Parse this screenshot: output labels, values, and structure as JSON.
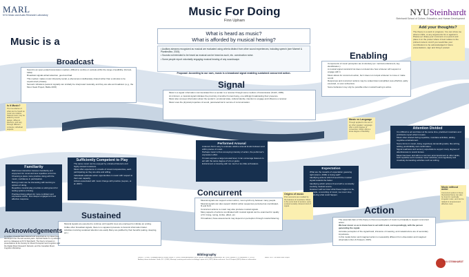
{
  "header": {
    "marl_logo": "MARL",
    "marl_sub": "NYU Music and Audio Research Laboratory",
    "nyu_logo_a": "NYU",
    "nyu_logo_b": "Steinhardt",
    "nyu_sub": "Steinhardt School of Culture, Education, and Human Development",
    "title": "Music For Doing",
    "author": "Finn Upham"
  },
  "question": {
    "line1": "What is heard as music?",
    "line2": "What is afforded by musical hearing?"
  },
  "intro": [
    "• Auditory streams recognized as musical are evaluated using criteria distinct from other sound experiences, including speech (see Marmel & Plantinsbez, 2015).",
    "• Sounds not intended to be heard as musical can be heard as such, etc. construction noise.",
    "• Some people report voluntarily engaging musical hearing of any soundscape."
  ],
  "proposal": "Proposal: According to our own, music is a broadcast signal enabling sustained concurrent action.",
  "music_is": "Music is a",
  "thoughts": {
    "title": "Add your thoughts?",
    "body": "The theory is a work in progress. You can show me where it fails, or any arguments for or against it. Please (or draw) your comment on a post-it and place it on the poster where it best relates to the printed content. And if you would like your contributions to be acknowledged in future presentations, sign and bring it posted."
  },
  "sections": {
    "broadcast": {
      "title": "Broadcast",
      "items": [
        "Sound is an open-ended transmission medium, difficult to confine or exclude within the range of audibility. (Forrest, 1994)",
        "Broadcast signals attract attention, good and bad.",
        "This medium makes music inherently social, a phenomenon deliberately shared rather than a stimulus to be experienced privately.",
        "Sensoric vibrations (seismic signals) can similarly be interpreted musically, and they are also as broadcast. (e.g., the Moon Seek Project, Battle 2015)"
      ]
    },
    "signal": {
      "title": "Signal",
      "items": [
        "Music is a signal: information communicated from a sender to a receiver through some medium of transmission (Smith, 1965).",
        "At minimum, a musical signal indicates the proximity of another human being, one willingly broadcasting their presence.",
        "Music also conveys information about the sender's: emotional state, cultural identity, intention to engage and influence a receiver.",
        "Music uses the physical properties of sound, parameterized in service of communication."
      ]
    },
    "enabling": {
      "title": "Enabling",
      "items": [
        "Components of music perception are involuntary (ex: metrical entrainment, key identification.)",
        "A musical signal constraint but does not determine how a listener will respond or engage with it.",
        "Music allows for concurrent action, but it does not compel a listener to move or make sound.",
        "Responses and concurrent actions may be scaled down (simplified, less effortful), partly executed, or even subversive.",
        "Some behaviour may only be possible when musical hearing is active."
      ]
    },
    "familiarity": {
      "title": "Familiarity",
      "items": [
        "Well know interaction between familiarity and enjoyment for novel and less repetitive art forms.",
        "Choosing a piece more practice doing with the music, confidence in participation.",
        "Boring music can be interesting with learning to options of doing.",
        "Repetitive musical play provides a solid ground for testing options of doing.",
        "Practised doing allows for more confident and expressive action, thus deeper engagement and affective response."
      ]
    },
    "sufficiently": {
      "title": "Sufficiently Competent to Play",
      "items": [
        "The same music can be enjoyed by untrained listeners and highly trained musicians.",
        "Music offer experience in crowds of mixed competencies, each participating as they are able and willing.",
        "Individuals estimate action opportunities in music with respect to their own capacity.",
        "Actions associated with music change with practice (Lepore, et al. 2007)."
      ]
    },
    "performed": {
      "title": "Performed Arousal",
      "items": [
        "Listeners find it easy to evaluate relative arousal levels between and within pieces of music.",
        "Perhaps music is thus conveying intensity of action, the performer's expression effort.",
        "If music express a target arousal level, it can encourage listeners to act with the same degree of vim or gusto.",
        "Entrainment or dancing with too much or too little enthusiasm."
      ]
    },
    "expectation": {
      "title": "Expectation",
      "items": [
        "What are the rewards of expectation guessing right (Huron, 2006) or doing well?",
        "Identifying actions which fit and fit the musical signal rewards the better.",
        "Identifying which actions fit and with a constantly evolving musical source.",
        "However well we know what these happen to be, example, a recording of music, we never stop wondering what could happen."
      ]
    },
    "attention": {
      "title": "Attention Divided",
      "items": [
        "It is difficult to act and listen at the same time, practiced musicians and proficients report what it means.",
        "Music often shared during repetitive, mundane activities, adding cognitive entertainment.",
        "Some forms in music, doing cognitively demanding tasks, like writing, adding predictability and confirmation.",
        "Signal readiness and sensory expectations support many degrees of attentiveness to sound lenses.",
        "Music has been and still is a common accompaniment to other tasks, both repetitive and mundane motor activities, and cognitively and creatively demanding activities such as writing."
      ]
    },
    "concurrent": {
      "title": "Concurrent",
      "items": [
        "Musical signals can support unison action, most synchrony between many people.",
        "Musical signals can also support distinct action sequences perceived as coordinated, fit and fit-fit.",
        "Concurrent actions to music may also produce musical signals.",
        "Many aspects of actions coordinated with musical signals can be examined for quality of fit: timing, tuning, timbre, affect, etc.",
        "If broadcast, these assessments may depend on perception through musical listening."
      ]
    },
    "sustained": {
      "title": "Sustained",
      "items": [
        "Musical signals are expected to continue until specific cues are employed to indicate an ending.",
        "Unlike other broadcast signals, there is no apparent pressure to transmit information faster.",
        "Activities involving sustained attention are easily Many are justified by their benefits (eating, sleeping, etc.)"
      ]
    },
    "action": {
      "title": "Action",
      "items": [
        "The essential claim of this theory is that our perception of music is principally to support concurrent action.",
        "We hear music so as to know how to act with it and, correspondingly, with the person generating the signal.",
        "Accurate perception of the signal band, inference of meaning, and metastructure are of secondary importance.",
        "In this model Action and imagined action is measurably different from observation and imagined observation (Sun & Postpert, 2015)."
      ]
    }
  },
  "notes": {
    "is_it_music": {
      "title": "Is it Music?",
      "body": "The boundaries of what can be heard as music are relative. Natural music may be aided by sound design, different listeners, and vary through different contexts, individual aspects."
    },
    "music_language": {
      "title": "Music vs Language",
      "body": "Though applied to the ear of an other speaker: Language offer a strict degree of convention. Music offers a loose degree of flexibility."
    },
    "origins": {
      "title": "Origins of music",
      "body": "Prior accounts are recalled by the features of musicians. Music is the sonic kind of ancient, early evolved socially coherent kind of signal."
    },
    "without_meter": {
      "title": "Music without meter",
      "body": "Concurrent action in these theoretical frame can also be found in metrically irregular music, and can be related to temporal and affective cues."
    }
  },
  "acknowledgements": {
    "title": "Acknowledgements",
    "body": "A number of people have listened and supported as my ideas have developed over the last several years. Special thanks to my advisors and my colleagues at NYU Steinhardt. The theory is based on presentations at the Society for Music Perception and Cognition and the Digital Music Research Network, and the Canadian Music Cognition Workshop."
  },
  "bibliography": {
    "title": "Bibliography",
    "body": "Forrest, T. (1994). The Amplification of Sound. Huron, D. (2006). Sweet Anticipation: Music and the Psychology of Expectation. MIT Press. Marmel, F. & Plantinsbez, D. (2015). Auditory stream evaluation. Smith, W. J. (1965). Message, meaning and context in ethology. Lepore et al. (2007). Action and music. Sun & Postpert (2015). Action vs observation. Battle, 2015. The Moon Seek Project."
  },
  "badge": "NYU STEINHARDT",
  "colors": {
    "navy": "#17304f",
    "band": "#dbe4ee",
    "postit": "#fbefb0"
  }
}
